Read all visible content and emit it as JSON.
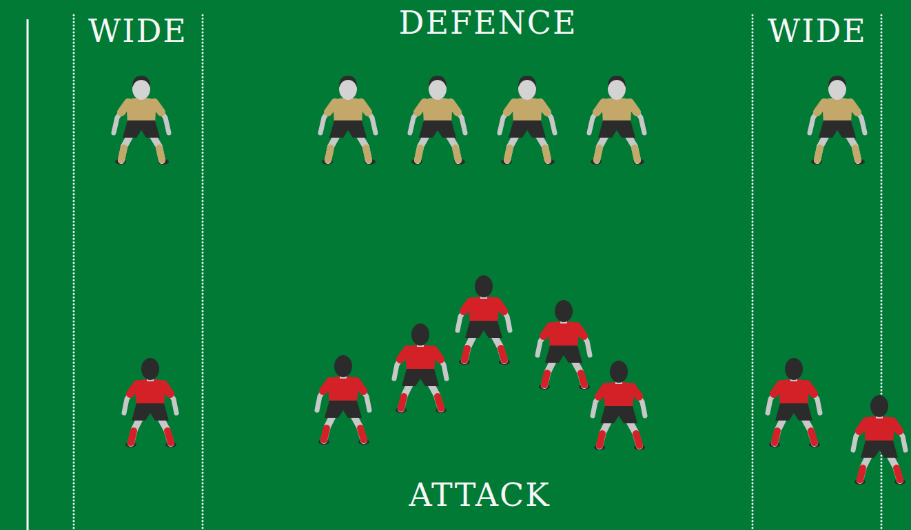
{
  "diagram": {
    "labels": [
      "WIDE",
      "DEFENCE",
      "WIDE",
      "ATTACK"
    ]
  }
}
